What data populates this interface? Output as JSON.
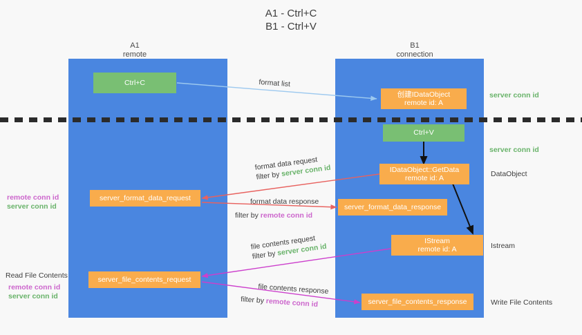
{
  "title": "A1 - Ctrl+C\nB1 - Ctrl+V",
  "columns": [
    {
      "name": "A1",
      "sub": "remote",
      "header": "A1\nremote"
    },
    {
      "name": "B1",
      "sub": "connection",
      "header": "B1\nconnection"
    }
  ],
  "boxes": {
    "ctrl_c": "Ctrl+C",
    "ctrl_v": "Ctrl+V",
    "create_idataobject": "创建IDataObject\nremote id: A",
    "idataobject_getdata": "IDataObject::GetData\nremote id: A",
    "istream": "IStream\nremote id: A",
    "server_format_data_request": "server_format_data_request",
    "server_format_data_response": "server_format_data_response",
    "server_file_contents_request": "server_file_contents_request",
    "server_file_contents_response": "server_file_contents_response"
  },
  "edge_labels": {
    "format_list": "format list",
    "format_data_request": "format data request",
    "format_data_request_filter_prefix": "filter by ",
    "format_data_request_filter_value": "server conn id",
    "format_data_response": "format data response",
    "format_data_response_filter_prefix": "filter by ",
    "format_data_response_filter_value": "remote conn id",
    "file_contents_request": "file contents request",
    "file_contents_request_filter_prefix": "filter by ",
    "file_contents_request_filter_value": "server conn id",
    "file_contents_response": "file contents response",
    "file_contents_response_filter_prefix": "filter by ",
    "file_contents_response_filter_value": "remote conn id"
  },
  "right_labels": {
    "server_conn_id_top": "server conn id",
    "server_conn_id_mid": "server conn id",
    "dataobject": "DataObject",
    "istream": "Istream",
    "write_file_contents": "Write File Contents"
  },
  "left_labels": {
    "remote_conn_id_upper": "remote conn id",
    "server_conn_id_upper": "server conn id",
    "read_file_contents": "Read File Contents",
    "remote_conn_id_lower": "remote conn id",
    "server_conn_id_lower": "server conn id"
  },
  "colors": {
    "lane": "#4a86e0",
    "green_box": "#79bf73",
    "orange_box": "#f9ac4c",
    "green_text": "#69b36a",
    "magenta_text": "#cc66cc",
    "light_blue_arrow": "#9dc9ef",
    "red_arrow": "#e8625f",
    "magenta_arrow": "#cc3fcc",
    "black_arrow": "#000000",
    "background": "#f8f8f8"
  }
}
